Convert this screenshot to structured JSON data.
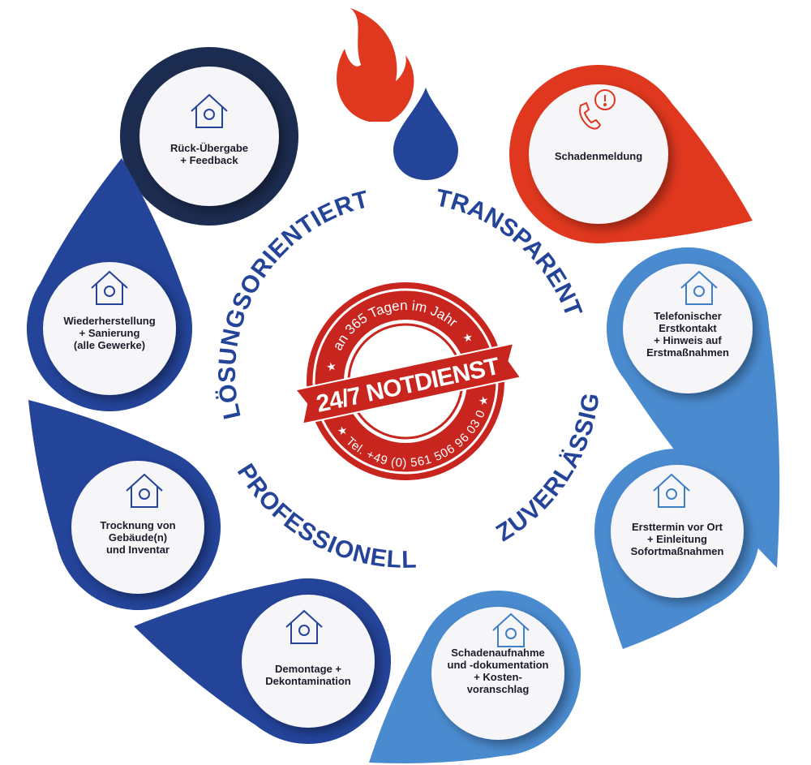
{
  "colors": {
    "navy": "#1c2c50",
    "blue": "#24449a",
    "light_blue": "#4a8bd0",
    "red": "#e0381e",
    "stamp_red": "#c8251f"
  },
  "values": {
    "loesungsorientiert": "LÖSUNGSORIENTIERT",
    "transparent": "TRANSPARENT",
    "zuverlaessig": "ZUVERLÄSSIG",
    "professionell": "PROFESSIONELL"
  },
  "stamp": {
    "top": "an 365 Tagen im Jahr",
    "banner": "24/7 NOTDIENST",
    "bottom": "Tel. +49 (0) 561 506 96 03 0"
  },
  "steps": [
    {
      "icon": "house-people-icon",
      "lines": [
        "Rück-Übergabe",
        "+ Feedback"
      ]
    },
    {
      "icon": "phone-alert-icon",
      "lines": [
        "Schadenmeldung"
      ]
    },
    {
      "icon": "headset-agent-icon",
      "lines": [
        "Telefonischer",
        "Erstkontakt",
        "+ Hinweis auf",
        "Erstmaßnahmen"
      ]
    },
    {
      "icon": "house-inspector-icon",
      "lines": [
        "Ersttermin vor Ort",
        "+ Einleitung",
        "Sofortmaßnahmen"
      ]
    },
    {
      "icon": "clipboard-icon",
      "lines": [
        "Schadenaufnahme",
        "und -dokumentation",
        "+ Kosten-",
        "voranschlag"
      ]
    },
    {
      "icon": "demolition-icon",
      "lines": [
        "Demontage +",
        "Dekontamination"
      ]
    },
    {
      "icon": "dryer-fan-icon",
      "lines": [
        "Trocknung von",
        "Gebäude(n)",
        "und Inventar"
      ]
    },
    {
      "icon": "house-magnifier-icon",
      "lines": [
        "Wiederherstellung",
        "+ Sanierung",
        "(alle Gewerke)"
      ]
    }
  ]
}
